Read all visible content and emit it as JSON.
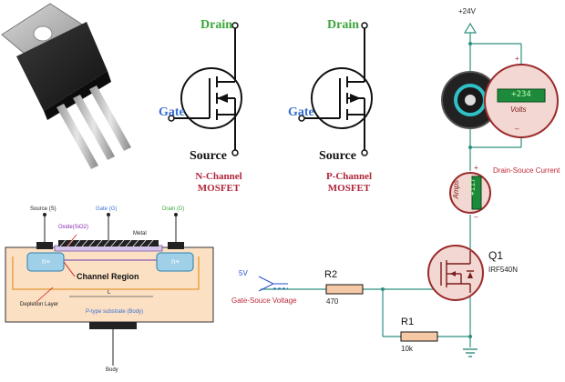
{
  "colors": {
    "accent_green": "#3aa63a",
    "accent_blue": "#3a6fd0",
    "mosfet_title_red": "#b0263a",
    "substrate_fill": "#fbe0c4",
    "probe_green": "#2fb84b",
    "circuit_teal": "#2f8f7f"
  },
  "transistor_photo": {
    "icon": "to220-transistor-icon"
  },
  "n_symbol": {
    "drain": "Drain",
    "gate": "Gate",
    "source": "Source",
    "title_line1": "N-Channel",
    "title_line2": "MOSFET"
  },
  "p_symbol": {
    "drain": "Drain",
    "gate": "Gate",
    "source": "Source",
    "title_line1": "P-Channel",
    "title_line2": "MOSFET"
  },
  "cross_section": {
    "source_label": "Source (S)",
    "gate_label": "Gate (G)",
    "drain_label": "Drain (D)",
    "oxide_label": "Oxide(SiO2)",
    "metal_label": "Metal",
    "n_plus_left": "n+",
    "n_plus_right": "n+",
    "channel_label": "Channel Region",
    "length_label": "L",
    "depletion_label": "Depletion Layer",
    "substrate_label": "P-type substrate (Body)",
    "body_label": "Body"
  },
  "circuit": {
    "supply_label": "+24V",
    "voltmeter_value": "+234",
    "voltmeter_unit": "Volts",
    "plus": "+",
    "minus": "–",
    "ammeter_value": "+117",
    "ammeter_unit": "Amps",
    "drain_source_label": "Drain-Souce Current",
    "q1_name": "Q1",
    "q1_part": "IRF540N",
    "source_voltage": "5V",
    "gate_source_label": "Gate-Souce Voltage",
    "r2_name": "R2",
    "r2_value": "470",
    "r1_name": "R1",
    "r1_value": "10k"
  }
}
